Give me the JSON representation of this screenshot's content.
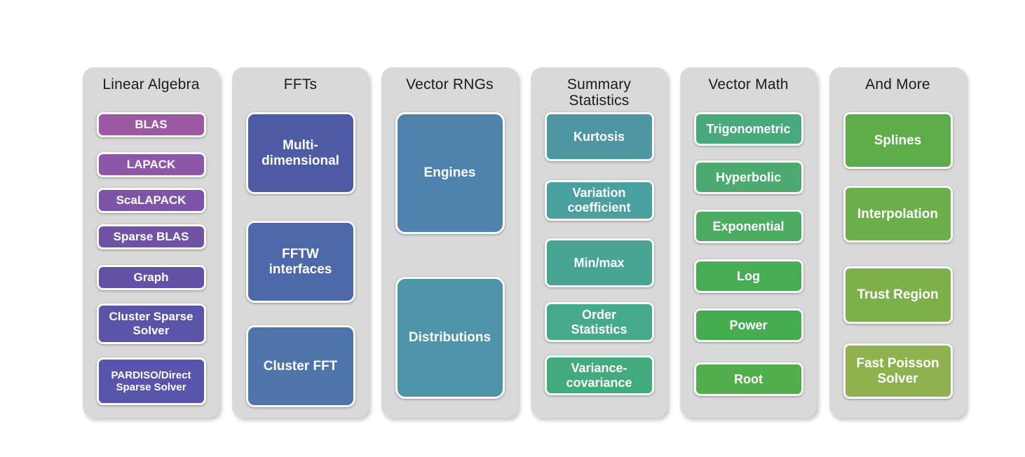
{
  "diagram": {
    "background_color": "#ffffff",
    "column_background_color": "#d9d9d9",
    "columns": [
      {
        "title": "Linear Algebra",
        "items": [
          {
            "label": "BLAS",
            "color": "#9d58a5"
          },
          {
            "label": "LAPACK",
            "color": "#8d56a6"
          },
          {
            "label": "ScaLAPACK",
            "color": "#7d54a7"
          },
          {
            "label": "Sparse BLAS",
            "color": "#7053a7"
          },
          {
            "label": "Graph",
            "color": "#6252a6"
          },
          {
            "label": "Cluster Sparse Solver",
            "color": "#5a54a9"
          },
          {
            "label": "PARDISO/Direct Sparse Solver",
            "color": "#5a55ac"
          }
        ]
      },
      {
        "title": "FFTs",
        "items": [
          {
            "label": "Multi-dimensional",
            "color": "#4d5aa4"
          },
          {
            "label": "FFTW interfaces",
            "color": "#4d68a9"
          },
          {
            "label": "Cluster FFT",
            "color": "#4e74ab"
          }
        ]
      },
      {
        "title": "Vector RNGs",
        "items": [
          {
            "label": "Engines",
            "color": "#4f82ad"
          },
          {
            "label": "Distributions",
            "color": "#4f93a8"
          }
        ]
      },
      {
        "title": "Summary Statistics",
        "items": [
          {
            "label": "Kurtosis",
            "color": "#4f96a3"
          },
          {
            "label": "Variation coefficient",
            "color": "#4aa09f"
          },
          {
            "label": "Min/max",
            "color": "#48a593"
          },
          {
            "label": "Order Statistics",
            "color": "#46a989"
          },
          {
            "label": "Variance-covariance",
            "color": "#43aa7d"
          }
        ]
      },
      {
        "title": "Vector Math",
        "items": [
          {
            "label": "Trigonometric",
            "color": "#4aa87d"
          },
          {
            "label": "Hyperbolic",
            "color": "#4caa70"
          },
          {
            "label": "Exponential",
            "color": "#4cac62"
          },
          {
            "label": "Log",
            "color": "#49ad57"
          },
          {
            "label": "Power",
            "color": "#45ad4f"
          },
          {
            "label": "Root",
            "color": "#52ae4b"
          }
        ]
      },
      {
        "title": "And More",
        "items": [
          {
            "label": "Splines",
            "color": "#5cad49"
          },
          {
            "label": "Interpolation",
            "color": "#6cae4a"
          },
          {
            "label": "Trust Region",
            "color": "#7daf4b"
          },
          {
            "label": "Fast Poisson Solver",
            "color": "#8fb24e"
          }
        ]
      }
    ]
  }
}
